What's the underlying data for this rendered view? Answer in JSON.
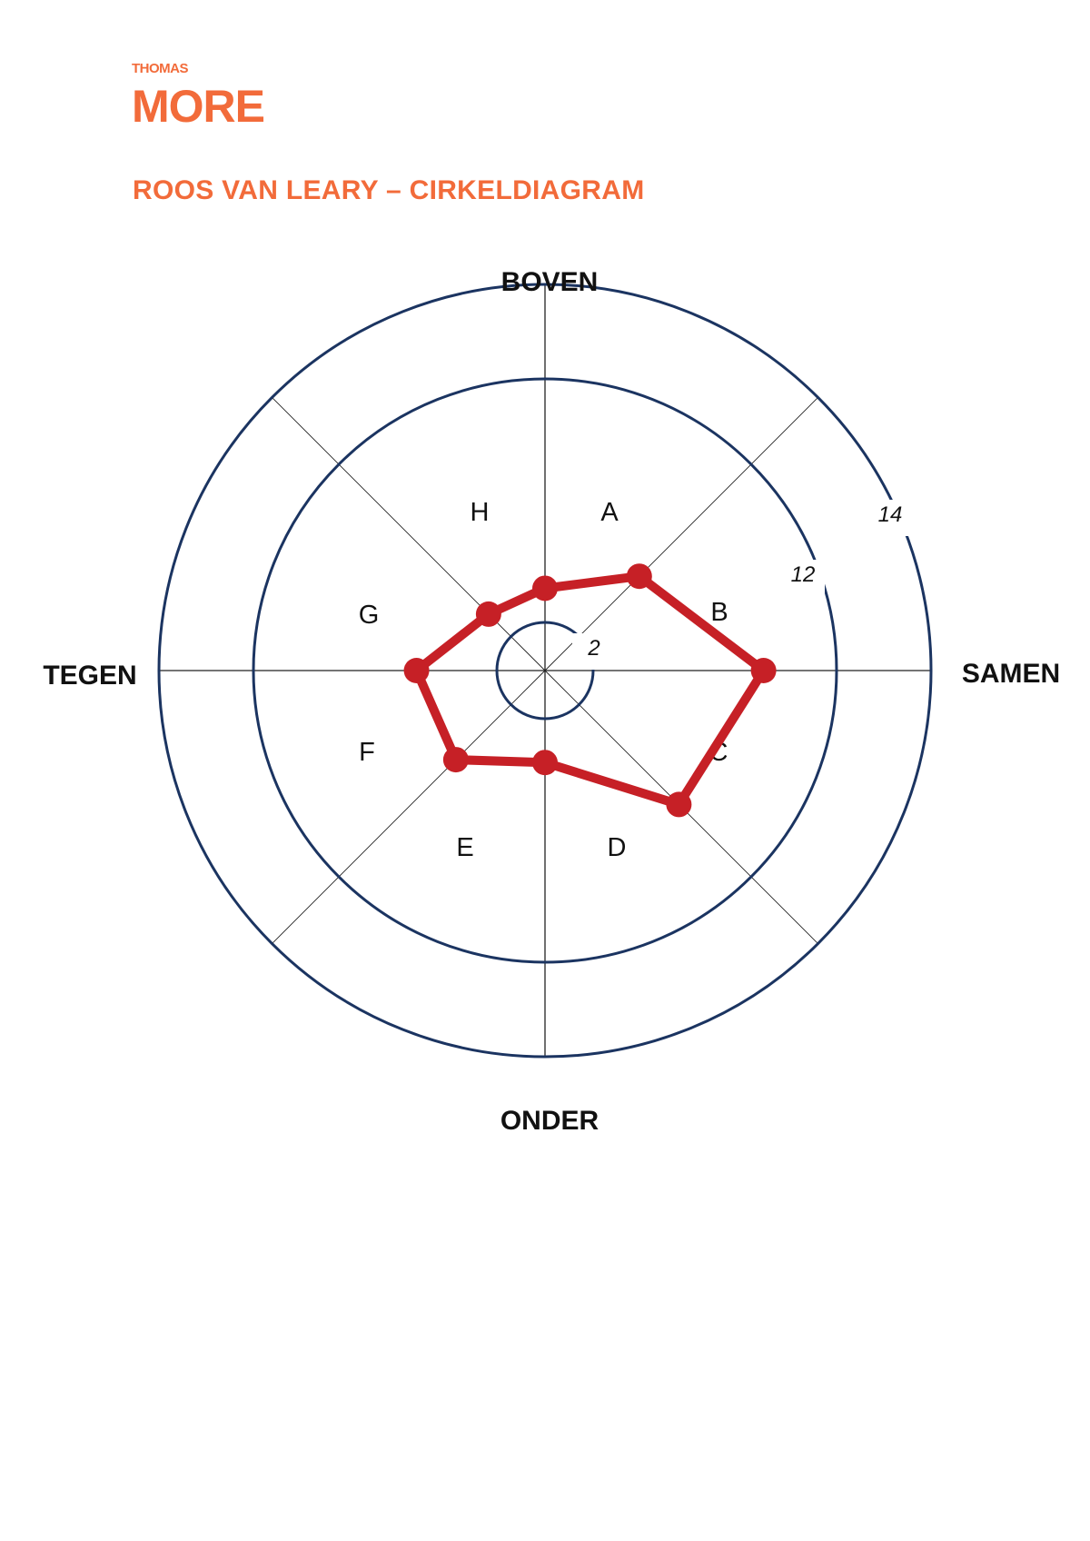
{
  "logo": {
    "top": "THOMAS",
    "main": "MORE"
  },
  "title": "ROOS VAN LEARY – CIRKELDIAGRAM",
  "colors": {
    "brand": "#f26b3a",
    "rings": "#1b3461",
    "series": "#c62026",
    "axes": "#222222"
  },
  "chart_data": {
    "type": "radar",
    "title": "ROOS VAN LEARY – CIRKELDIAGRAM",
    "axis_labels": {
      "top": "BOVEN",
      "right": "SAMEN",
      "bottom": "ONDER",
      "left": "TEGEN"
    },
    "sectors": [
      "A",
      "B",
      "C",
      "D",
      "E",
      "F",
      "G",
      "H"
    ],
    "rings": [
      2,
      12,
      14
    ],
    "ring_labels": [
      "2",
      "12",
      "14"
    ],
    "spokes": [
      "top",
      "top-right",
      "right",
      "bottom-right",
      "bottom",
      "bottom-left",
      "left",
      "top-left"
    ],
    "values": [
      3.4,
      5.5,
      9.0,
      7.8,
      3.8,
      5.2,
      5.3,
      3.3
    ],
    "grid": true,
    "legend": "none"
  }
}
